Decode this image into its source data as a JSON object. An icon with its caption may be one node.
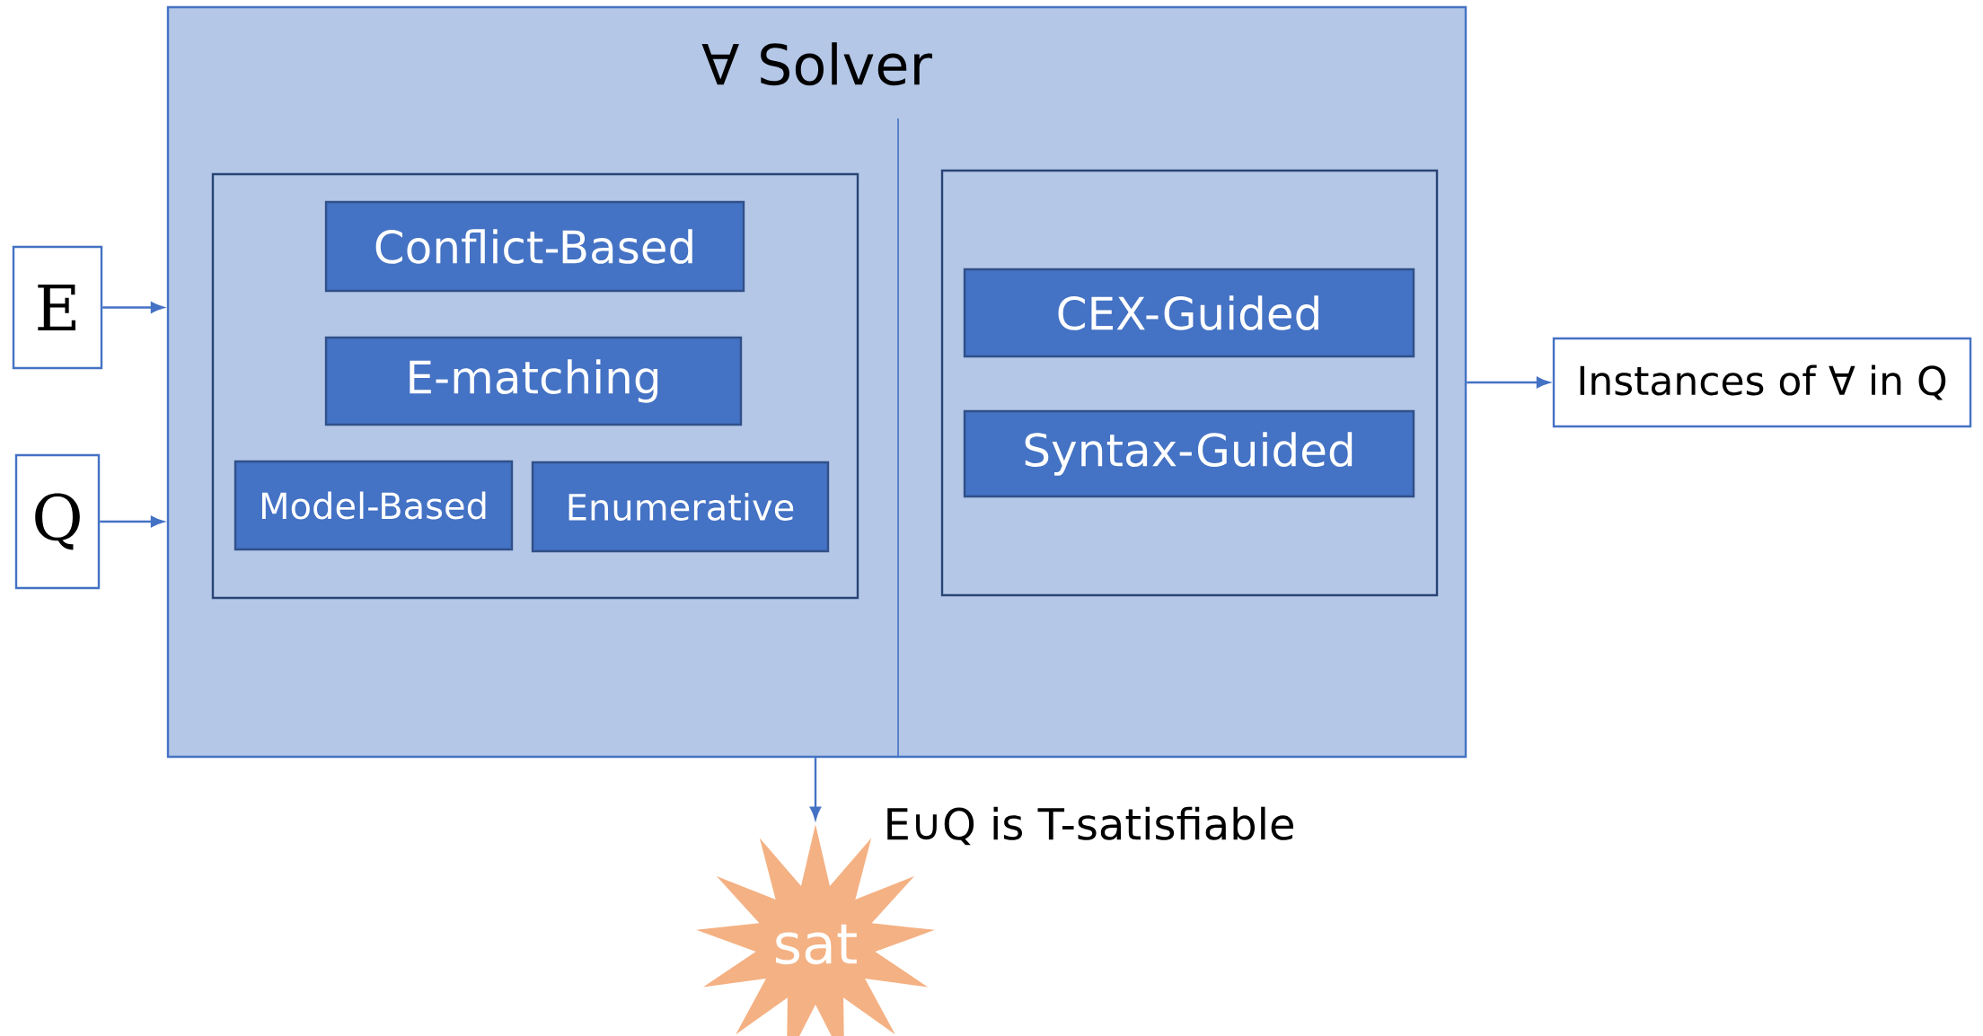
{
  "diagram": {
    "nodes": [
      {
        "text": [
          "E"
        ]
      },
      {
        "text": [
          "Q"
        ]
      },
      {
        "text": [
          "∀ Solver"
        ]
      },
      {
        "text": [],
        "shape": "box",
        "in": 2
      },
      {
        "text": [
          "Conflict-Based"
        ],
        "in": 3
      },
      {
        "text": [
          "E-matching"
        ],
        "in": 3
      },
      {
        "text": [
          "Model-Based"
        ],
        "in": 3
      },
      {
        "text": [
          "Enumerative"
        ],
        "in": 3
      },
      {
        "text": [],
        "shape": "box",
        "in": 2
      },
      {
        "text": [
          "CEX-Guided"
        ],
        "in": 8
      },
      {
        "text": [
          "Syntax-Guided"
        ],
        "in": 8
      },
      {
        "text": [
          "Instances of ∀ in Q"
        ]
      },
      {
        "text": [
          "sat"
        ]
      }
    ],
    "edges": [
      {
        "from": 0,
        "to": 2,
        "arrow": "to"
      },
      {
        "from": 1,
        "to": 2,
        "arrow": "to"
      },
      {
        "from": 2,
        "to": 11,
        "arrow": "to"
      },
      {
        "from": 2,
        "to": 12,
        "arrow": "to",
        "label": "E∪Q is T-satisfiable"
      }
    ]
  }
}
